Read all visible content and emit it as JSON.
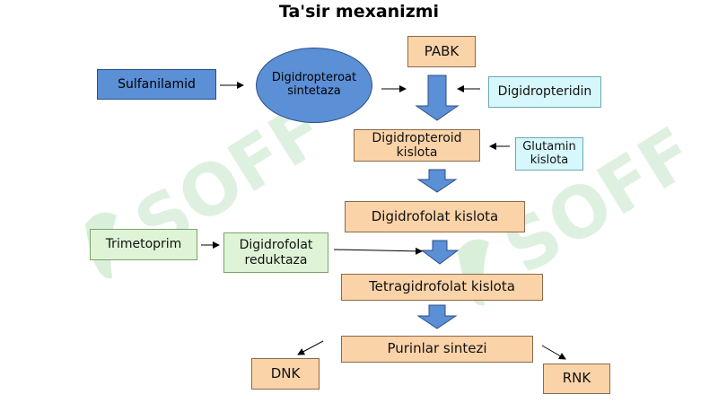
{
  "title": "Ta'sir mexanizmi",
  "nodes": {
    "sulfanilamid": "Sulfanilamid",
    "sintetaza_line1": "Digidropteroat",
    "sintetaza_line2": "sintetaza",
    "pabk": "PABK",
    "digidropteridin": "Digidropteridin",
    "pteroid_line1": "Digidropteroid",
    "pteroid_line2": "kislota",
    "glutamin_line1": "Glutamin",
    "glutamin_line2": "kislota",
    "digidrofolat": "Digidrofolat kislota",
    "trimetoprim": "Trimetoprim",
    "reduktaza_line1": "Digidrofolat",
    "reduktaza_line2": "reduktaza",
    "tetragidrofolat": "Tetragidrofolat kislota",
    "purinlar": "Purinlar sintezi",
    "dnk": "DNK",
    "rnk": "RNK"
  },
  "watermark": "SOFF",
  "colors": {
    "peach": "#fbd3a8",
    "blue": "#5b8fd6",
    "cyan": "#d6f7fb",
    "green": "#dff4d6",
    "watermark": "#d9eedb"
  }
}
